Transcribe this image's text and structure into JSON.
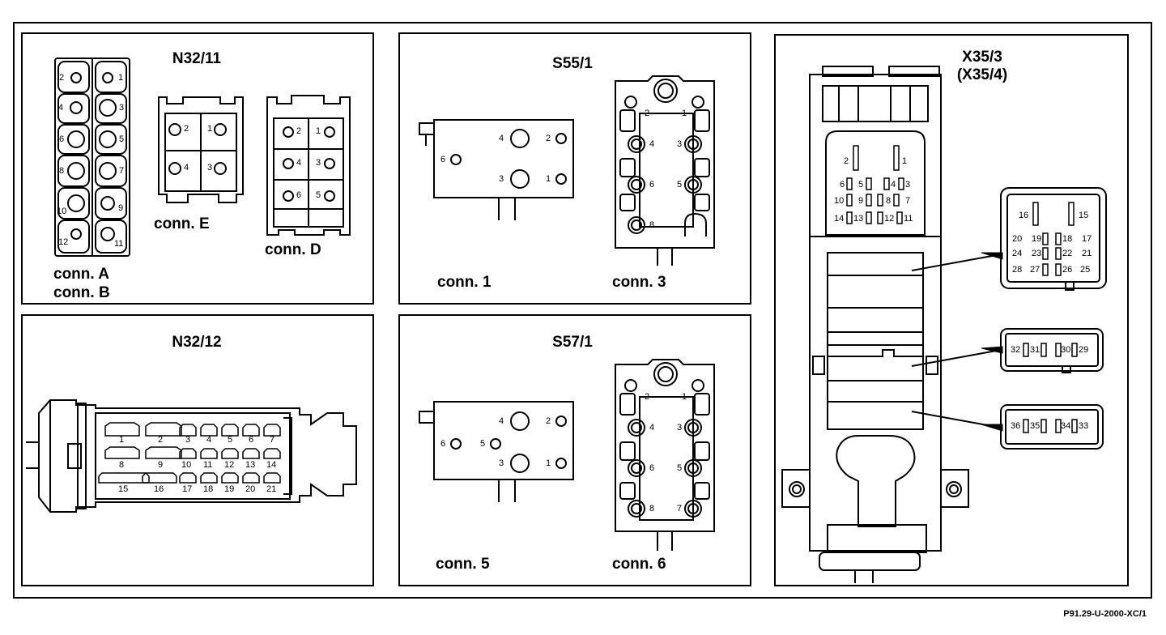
{
  "panels": {
    "n32_11": {
      "title": "N32/11",
      "conn_a": "conn. A",
      "conn_b": "conn. B",
      "conn_e": "conn. E",
      "conn_d": "conn. D"
    },
    "n32_12": {
      "title": "N32/12"
    },
    "s55_1": {
      "title": "S55/1",
      "conn_1": "conn. 1",
      "conn_3": "conn. 3"
    },
    "s57_1": {
      "title": "S57/1",
      "conn_5": "conn. 5",
      "conn_6": "conn. 6"
    },
    "x35_3": {
      "title": "X35/3",
      "subtitle": "(X35/4)"
    }
  },
  "pins": {
    "a": [
      "1",
      "2",
      "3",
      "4",
      "5",
      "6",
      "7",
      "8",
      "9",
      "10",
      "11",
      "12"
    ],
    "e": [
      "1",
      "2",
      "3",
      "4"
    ],
    "d": [
      "1",
      "2",
      "3",
      "4",
      "5",
      "6"
    ],
    "n32_12_row1": [
      "1",
      "2",
      "3",
      "4",
      "5",
      "6",
      "7"
    ],
    "n32_12_row2": [
      "8",
      "9",
      "10",
      "11",
      "12",
      "13",
      "14"
    ],
    "n32_12_row3": [
      "15",
      "16",
      "17",
      "18",
      "19",
      "20",
      "21"
    ],
    "s55_conn1": [
      "1",
      "2",
      "3",
      "4",
      "6"
    ],
    "s55_conn3": [
      "1",
      "2",
      "3",
      "4",
      "5",
      "6",
      "8"
    ],
    "s57_conn5": [
      "1",
      "2",
      "3",
      "4",
      "5",
      "6"
    ],
    "s57_conn6": [
      "1",
      "2",
      "3",
      "4",
      "5",
      "6",
      "7",
      "8"
    ],
    "x35_inner": [
      "1",
      "2",
      "3",
      "4",
      "5",
      "6",
      "7",
      "8",
      "9",
      "10",
      "11",
      "12",
      "13",
      "14"
    ],
    "x35_box1": [
      "15",
      "16",
      "17",
      "18",
      "19",
      "20",
      "21",
      "22",
      "23",
      "24",
      "25",
      "26",
      "27",
      "28"
    ],
    "x35_box2": [
      "29",
      "30",
      "31",
      "32"
    ],
    "x35_box3": [
      "33",
      "34",
      "35",
      "36"
    ]
  },
  "figure_code": "P91.29-U-2000-XC/1"
}
